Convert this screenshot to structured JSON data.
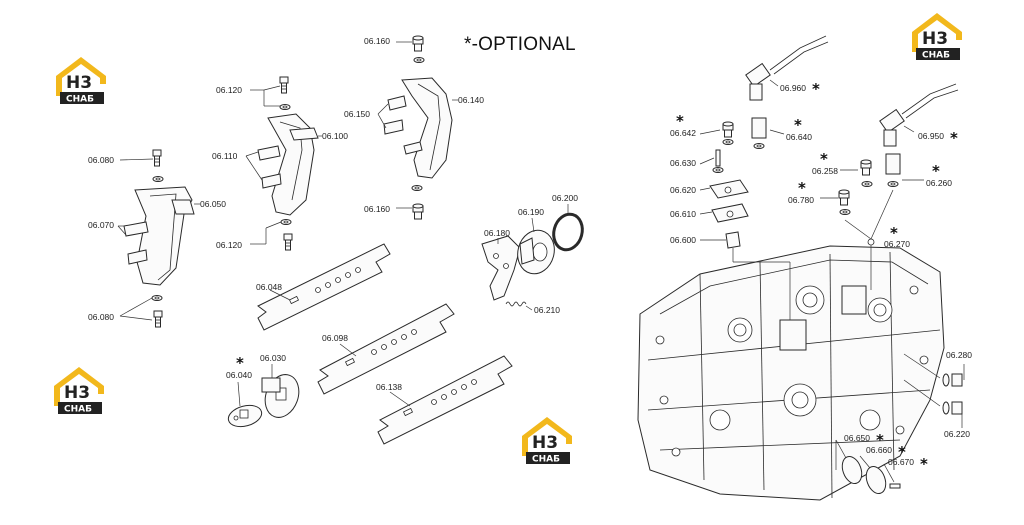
{
  "note": "*-OPTIONAL",
  "optional_mark": "*",
  "logo": {
    "letters": "H3",
    "word": "СНАБ",
    "accent_color": "#f2b81c",
    "text_color": "#222222"
  },
  "parts": {
    "p06080a": "06.080",
    "p06050": "06.050",
    "p06070": "06.070",
    "p06080b": "06.080",
    "p06120a": "06.120",
    "p06110": "06.110",
    "p06100": "06.100",
    "p06120b": "06.120",
    "p06160a": "06.160",
    "p06150": "06.150",
    "p06140": "06.140",
    "p06160b": "06.160",
    "p06048": "06.048",
    "p06098": "06.098",
    "p06138": "06.138",
    "p06040": "06.040",
    "p06030": "06.030",
    "p06180": "06.180",
    "p06190": "06.190",
    "p06200": "06.200",
    "p06210": "06.210",
    "p06960": "06.960",
    "p06950": "06.950",
    "p06642": "06.642",
    "p06640": "06.640",
    "p06630": "06.630",
    "p06620": "06.620",
    "p06610": "06.610",
    "p06600": "06.600",
    "p06258": "06.258",
    "p06260": "06.260",
    "p06780": "06.780",
    "p06270": "06.270",
    "p06280": "06.280",
    "p06220": "06.220",
    "p06650": "06.650",
    "p06660": "06.660",
    "p06670": "06.670"
  }
}
